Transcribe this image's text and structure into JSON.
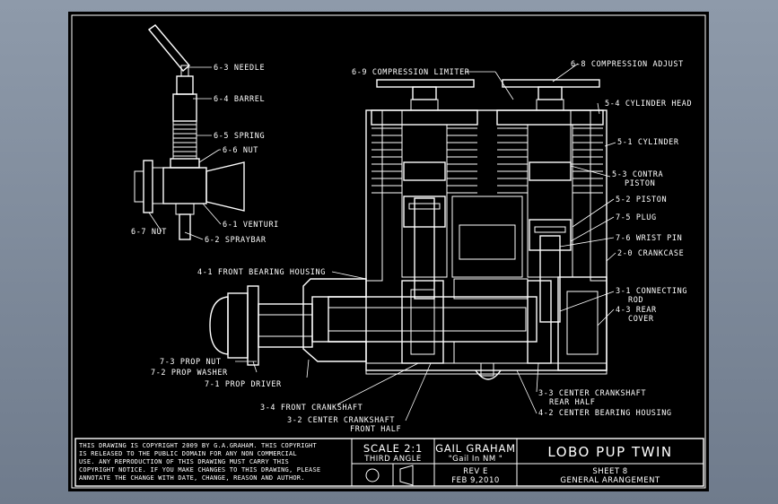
{
  "labels": {
    "needle": "6-3 NEEDLE",
    "barrel": "6-4 BARREL",
    "spring": "6-5 SPRING",
    "nut_6_6": "6-6 NUT",
    "nut_6_7": "6-7 NUT",
    "venturi": "6-1 VENTURI",
    "spraybar": "6-2 SPRAYBAR",
    "compression_limiter": "6-9 COMPRESSION LIMITER",
    "compression_adjust": "6-8 COMPRESSION ADJUST",
    "cylinder_head": "5-4 CYLINDER HEAD",
    "cylinder": "5-1 CYLINDER",
    "contra_piston_1": "5-3 CONTRA",
    "contra_piston_2": "PISTON",
    "piston": "5-2 PISTON",
    "plug": "7-5 PLUG",
    "wrist_pin": "7-6 WRIST PIN",
    "crankcase": "2-0 CRANKCASE",
    "connecting_rod_1": "3-1 CONNECTING",
    "connecting_rod_2": "ROD",
    "rear_cover_1": "4-3 REAR",
    "rear_cover_2": "COVER",
    "front_bearing_housing": "4-1 FRONT BEARING HOUSING",
    "prop_nut": "7-3 PROP NUT",
    "prop_washer": "7-2 PROP WASHER",
    "prop_driver": "7-1 PROP DRIVER",
    "front_crankshaft": "3-4 FRONT CRANKSHAFT",
    "center_crankshaft_front_1": "3-2 CENTER CRANKSHAFT",
    "center_crankshaft_front_2": "FRONT HALF",
    "center_crankshaft_rear_1": "3-3 CENTER CRANKSHAFT",
    "center_crankshaft_rear_2": "REAR HALF",
    "center_bearing_housing": "4-2 CENTER BEARING HOUSING"
  },
  "title_block": {
    "copyright_lines": [
      "THIS DRAWING IS COPYRIGHT 2009 BY G.A.GRAHAM.  THIS COPYRIGHT",
      "IS RELEASED TO THE PUBLIC DOMAIN FOR ANY NON COMMERCIAL",
      "USE.  ANY REPRODUCTION OF THIS DRAWING MUST CARRY THIS",
      "COPYRIGHT NOTICE. IF YOU MAKE CHANGES TO THIS DRAWING, PLEASE",
      "ANNOTATE THE CHANGE WITH DATE, CHANGE, REASON AND AUTHOR."
    ],
    "scale": "SCALE 2:1",
    "projection": "THIRD ANGLE",
    "author": "GAIL GRAHAM",
    "author_alias": "\"Gail In NM \"",
    "revision": "REV E",
    "date": "FEB 9,2010",
    "title": "LOBO PUP TWIN",
    "sheet": "SHEET 8",
    "sheet_title": "GENERAL ARANGEMENT"
  }
}
